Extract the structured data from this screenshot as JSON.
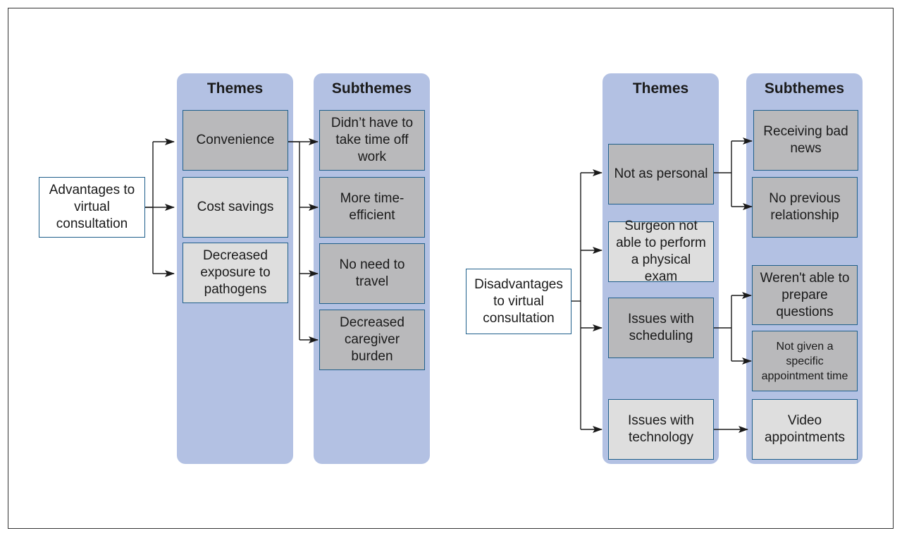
{
  "left": {
    "root": "Advantages to virtual consultation",
    "themes_header": "Themes",
    "subthemes_header": "Subthemes",
    "themes": [
      "Convenience",
      "Cost savings",
      "Decreased exposure to pathogens"
    ],
    "subthemes": [
      "Didn’t have to take time off work",
      "More time-efficient",
      "No need to travel",
      "Decreased caregiver burden"
    ]
  },
  "right": {
    "root": "Disadvantages to virtual consultation",
    "themes_header": "Themes",
    "subthemes_header": "Subthemes",
    "themes": [
      "Not as personal",
      "Surgeon not able to perform a physical exam",
      "Issues with scheduling",
      "Issues with technology"
    ],
    "subthemes": [
      "Receiving bad news",
      "No previous relationship",
      "Weren't able to prepare questions",
      "Not given a specific appointment time",
      "Video appointments"
    ]
  },
  "colors": {
    "column_fill": "#b3c1e3",
    "box_border": "#1f5f8b",
    "theme_fill_dark": "#b9b9bb",
    "theme_fill_light": "#dedede"
  }
}
